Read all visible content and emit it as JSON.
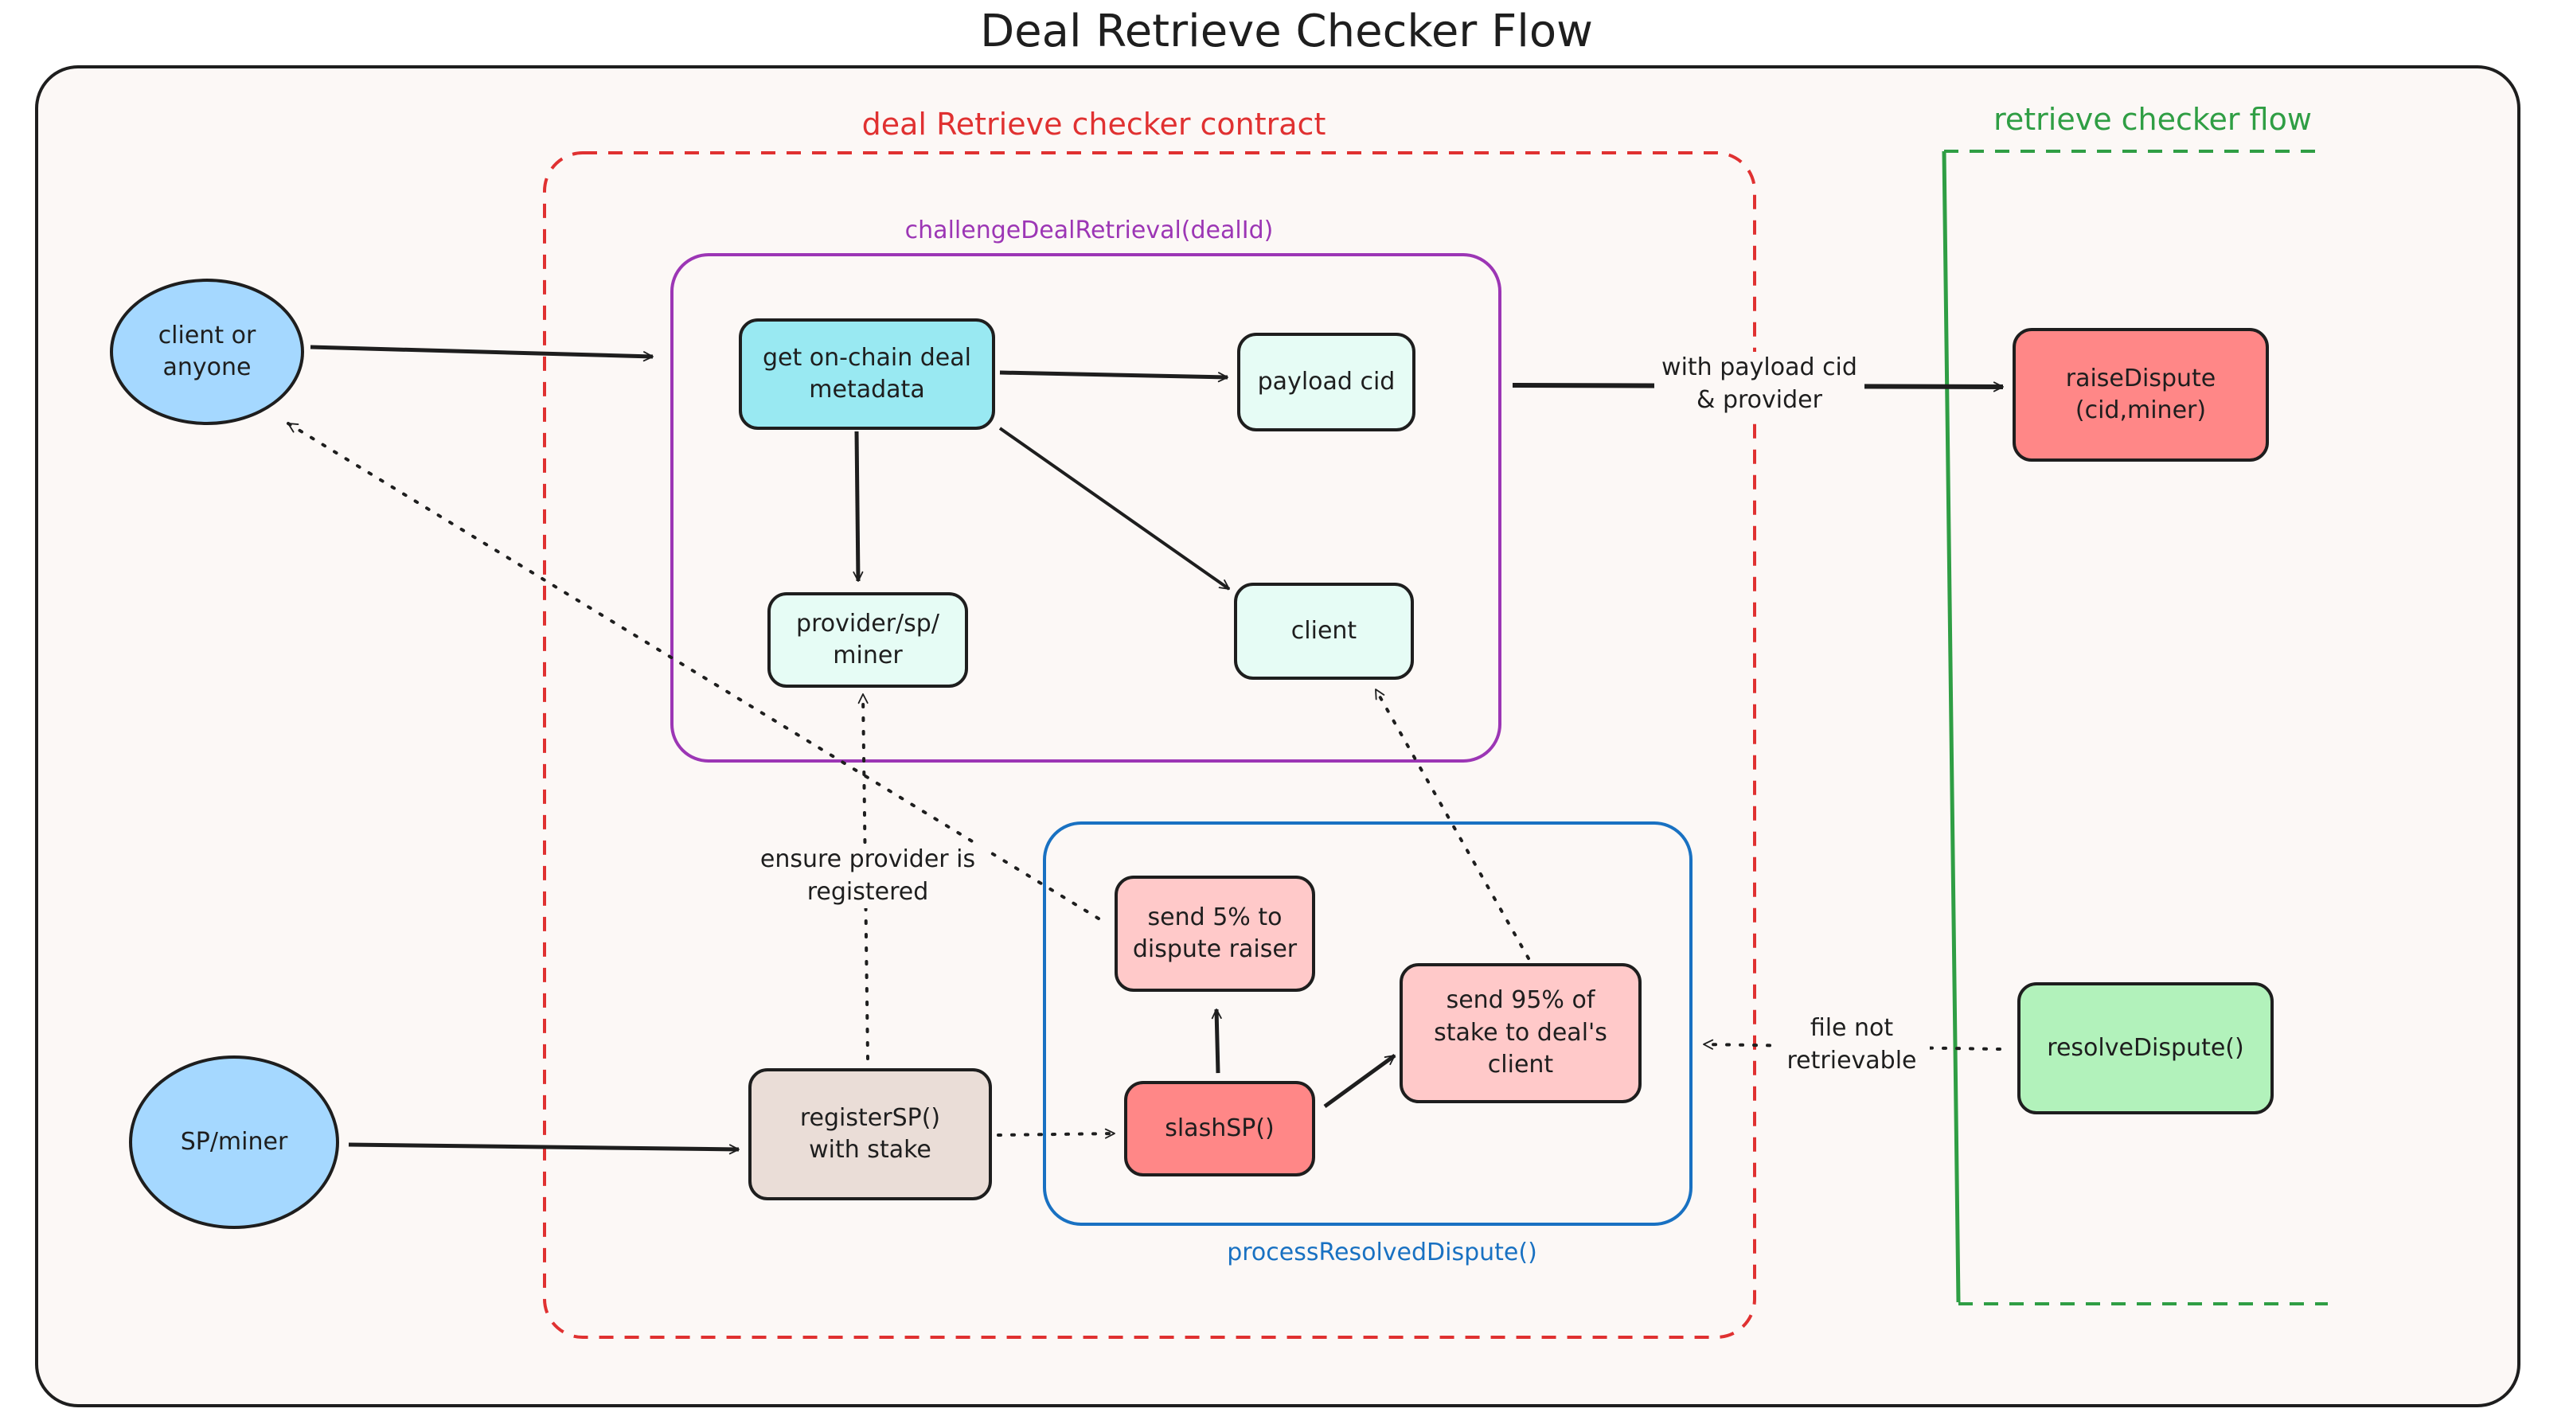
{
  "title": "Deal Retrieve Checker Flow",
  "groups": {
    "contract": "deal Retrieve checker contract",
    "flow": "retrieve checker flow",
    "challenge": "challengeDealRetrieval(dealId)",
    "process": "processResolvedDispute()"
  },
  "nodes": {
    "client_or_anyone": "client or\nanyone",
    "sp_miner": "SP/miner",
    "get_metadata": "get on-chain deal\nmetadata",
    "payload_cid": "payload cid",
    "provider": "provider/sp/\nminer",
    "client": "client",
    "register_sp": "registerSP()\nwith stake",
    "slash_sp": "slashSP()",
    "send_5": "send 5% to\ndispute raiser",
    "send_95": "send 95% of\nstake to deal's\nclient",
    "raise_dispute": "raiseDispute\n(cid,miner)",
    "resolve_dispute": "resolveDispute()"
  },
  "edge_labels": {
    "with_payload": "with payload cid\n& provider",
    "ensure_provider": "ensure provider is\nregistered",
    "file_not_retrievable": "file not\nretrievable"
  },
  "colors": {
    "ink": "#1e1e1e",
    "background": "#fcf8f6",
    "contract_border": "#e03131",
    "flow_green": "#2f9e44",
    "challenge_purple": "#9c36b5",
    "process_blue": "#1971c2",
    "ellipse_fill": "#a5d8ff",
    "cyan_fill": "#99e9f2",
    "mint_fill": "#e6fcf5",
    "pink_fill": "#ffc9c9",
    "red_fill": "#ff8787",
    "beige_fill": "#eaddd7",
    "green_fill": "#b2f2bb"
  }
}
